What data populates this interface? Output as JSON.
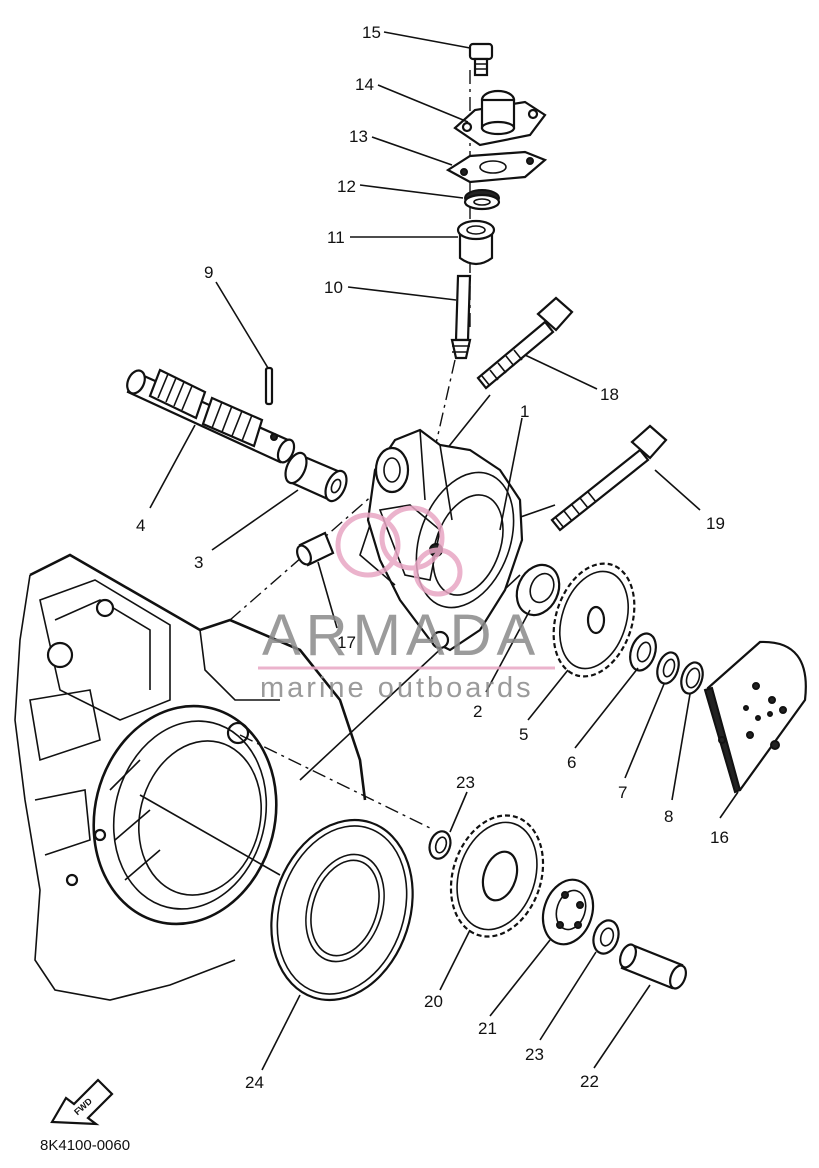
{
  "diagram": {
    "drawing_code": "8K4100-0060",
    "direction_label": "FWD",
    "watermark": {
      "brand": "ARMADA",
      "tagline": "marine outboards",
      "brand_color": "#e8a6c4",
      "text_color": "#8a8a8a"
    },
    "callouts": [
      "1",
      "2",
      "3",
      "4",
      "5",
      "6",
      "7",
      "8",
      "9",
      "10",
      "11",
      "12",
      "13",
      "14",
      "15",
      "16",
      "17",
      "18",
      "19",
      "20",
      "21",
      "22",
      "23",
      "23",
      "24"
    ]
  }
}
